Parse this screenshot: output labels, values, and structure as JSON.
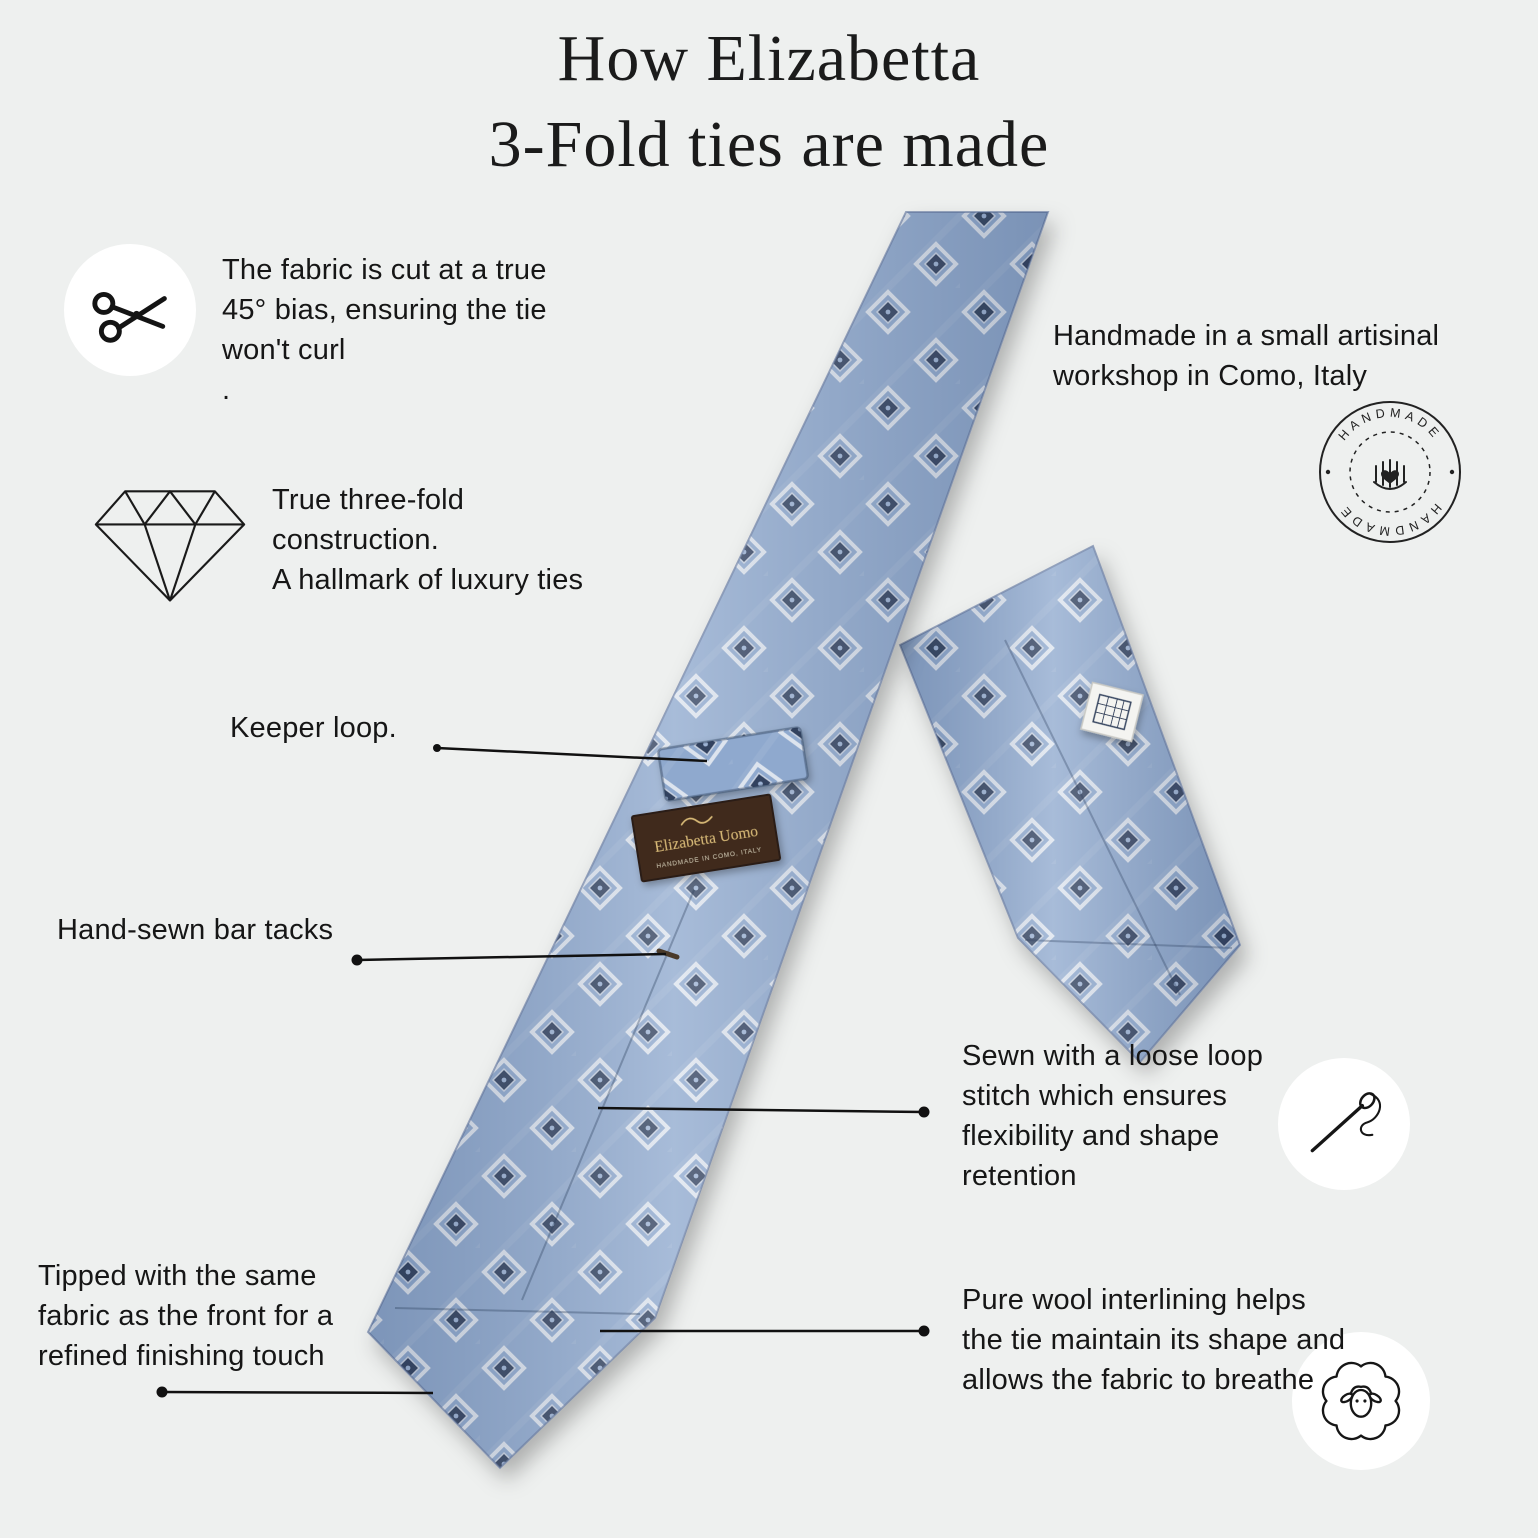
{
  "title": {
    "text": "How Elizabetta\n3-Fold ties are made"
  },
  "callouts": {
    "fabric_cut": "The fabric is cut at a true\n45° bias, ensuring the tie\nwon't curl\n.",
    "three_fold": "True three-fold\nconstruction.\nA hallmark of luxury ties",
    "keeper_loop": "Keeper loop.",
    "bar_tacks": "Hand-sewn bar tacks",
    "handmade_workshop": "Handmade in a small artisinal\nworkshop in Como, Italy",
    "loop_stitch": "Sewn with a loose loop\nstitch which ensures\nflexibility and shape\nretention",
    "tipped": "Tipped with the same\nfabric as the front for a\nrefined finishing touch",
    "wool_interlining": "Pure wool interlining helps\nthe tie maintain its shape and\nallows the fabric to breathe"
  },
  "tie_label": {
    "brand": "Elizabetta Uomo",
    "origin": "HANDMADE IN COMO, ITALY"
  },
  "badge": {
    "word": "HANDMADE"
  },
  "icons": {
    "scissors": "scissors-icon",
    "diamond": "diamond-icon",
    "handmade_badge": "handmade-badge-icon",
    "needle": "needle-thread-icon",
    "sheep": "sheep-icon"
  },
  "colors": {
    "background": "#eef0ef",
    "tie_base": "#8fa9ce",
    "motif_navy": "#32425f",
    "motif_white": "#dde4ee",
    "label_brown": "#3f2c1e",
    "label_gold": "#d9b977",
    "line": "#111111"
  }
}
